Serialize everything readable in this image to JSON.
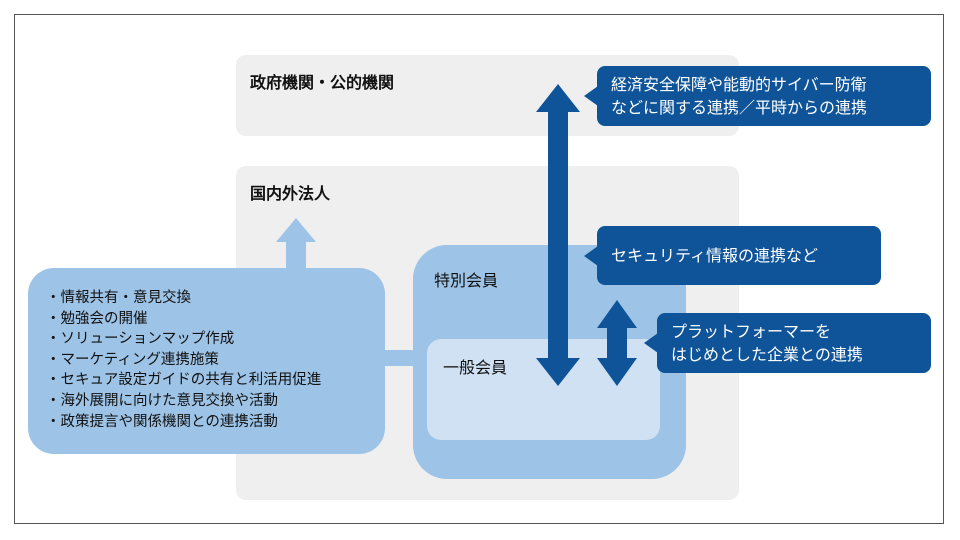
{
  "diagram": {
    "government_panel": {
      "title": "政府機関・公的機関"
    },
    "domestic_panel": {
      "title": "国内外法人"
    },
    "activities": {
      "items": [
        "・情報共有・意見交換",
        "・勉強会の開催",
        "・ソリューションマップ作成",
        "・マーケティング連携施策",
        "・セキュア設定ガイドの共有と利活用促進",
        "・海外展開に向けた意見交換や活動",
        "・政策提言や関係機関との連携活動"
      ]
    },
    "special_member": {
      "label": "特別会員"
    },
    "general_member": {
      "label": "一般会員"
    },
    "callouts": [
      {
        "lines": [
          "経済安全保障や能動的サイバー防衛",
          "などに関する連携／平時からの連携"
        ]
      },
      {
        "lines": [
          "セキュリティ情報の連携など"
        ]
      },
      {
        "lines": [
          "プラットフォーマーを",
          "はじめとした企業との連携"
        ]
      }
    ],
    "colors": {
      "panel_gray": "#efefef",
      "light_blue": "#9dc3e6",
      "pale_blue": "#cfe1f3",
      "dark_blue": "#0f5499"
    }
  }
}
